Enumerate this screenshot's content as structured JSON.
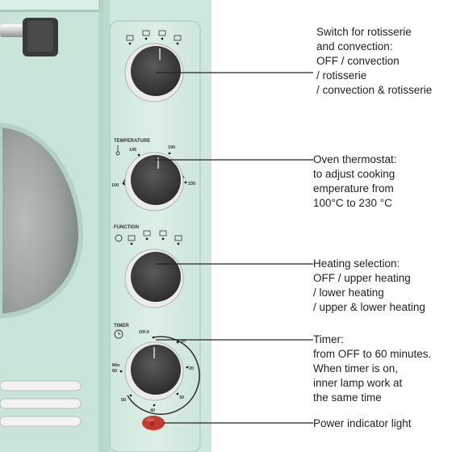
{
  "panel_labels": {
    "temperature": "TEMPERATURE",
    "function": "FUNCTION",
    "timer": "TIMER"
  },
  "temperature_ticks": {
    "t100": "100",
    "t145": "145",
    "t190": "190",
    "t230": "230"
  },
  "timer_ticks": {
    "off": "Off-0",
    "m10": "10",
    "m20": "20",
    "m30": "30",
    "m40": "40",
    "m50": "50",
    "m60": "Min\n60"
  },
  "callouts": {
    "rotisserie": "Switch for rotisserie\nand convection:\nOFF / convection\n/ rotisserie\n/ convection & rotisserie",
    "thermostat": "Oven thermostat:\nto adjust cooking\nemperature from\n100°C to 230 °C",
    "heating": "Heating selection:\nOFF / upper heating\n/ lower heating\n/ upper & lower heating",
    "timer": "Timer:\nfrom OFF to 60 minutes.\nWhen timer is on,\ninner lamp work at\nthe same time",
    "power": "Power indicator light"
  },
  "colors": {
    "oven_body": "#cfe8df",
    "panel": "#d6ede4",
    "knob": "#3b3b3b",
    "indicator_light": "#c43a2e",
    "leader_line": "#222222"
  }
}
